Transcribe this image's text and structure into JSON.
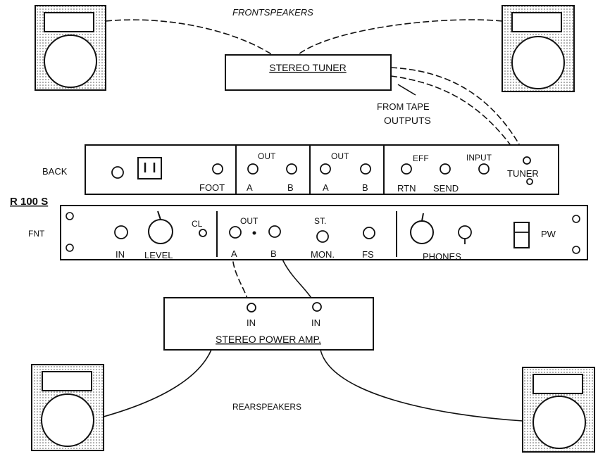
{
  "labels": {
    "front_speakers": "FRONTSPEAKERS",
    "stereo_tuner": "STEREO TUNER",
    "from_tape_outputs_1": "FROM TAPE",
    "from_tape_outputs_2": "OUTPUTS",
    "back": "BACK",
    "foot": "FOOT",
    "out1": "OUT",
    "a1": "A",
    "b1": "B",
    "out2": "OUT",
    "a2": "A",
    "b2": "B",
    "eff": "EFF",
    "input": "INPUT",
    "rtn": "RTN",
    "send": "SEND",
    "tuner": "TUNER",
    "model": "R 100 S",
    "fnt": "FNT",
    "in": "IN",
    "level": "LEVEL",
    "cl": "CL",
    "out_front": "OUT",
    "a_front": "A",
    "b_front": "B",
    "st": "ST.",
    "mon": "MON.",
    "fs": "FS",
    "phones": "PHONES",
    "pw": "PW",
    "amp_in_1": "IN",
    "amp_in_2": "IN",
    "stereo_power_amp": "STEREO POWER AMP.",
    "rear_speakers": "REARSPEAKERS"
  },
  "colors": {
    "ink": "#111111",
    "speaker_fill": "#f3f3f3"
  },
  "icons": [
    "speaker-icon",
    "jack-icon",
    "knob-icon",
    "power-switch-icon",
    "ac-outlet-icon"
  ]
}
